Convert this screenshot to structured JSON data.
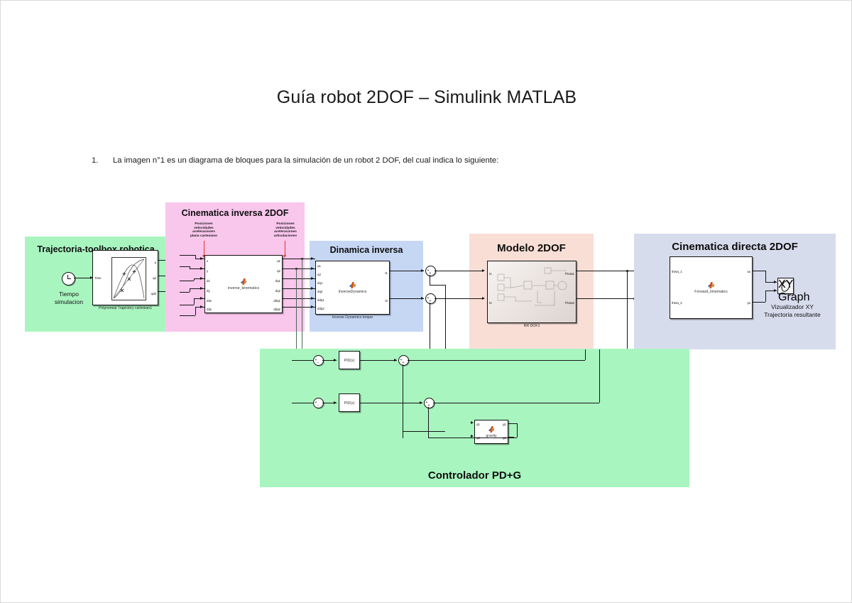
{
  "document": {
    "title": "Guía robot 2DOF – Simulink MATLAB",
    "list_number": "1.",
    "paragraph": "La imagen n°1 es un diagrama de bloques para la simulación de un robot 2 DOF, del cual indica lo siguiente:"
  },
  "diagram": {
    "regions": {
      "trajectory": {
        "title": "Trajectoria-toolbox robotica",
        "color": "#a9f5c0"
      },
      "inverse_kinematics": {
        "title": "Cinematica inversa 2DOF",
        "color": "#f9c6ec"
      },
      "inverse_dynamics": {
        "title": "Dinamica inversa",
        "color": "#c6d7f4"
      },
      "model": {
        "title": "Modelo 2DOF",
        "color": "#f9ded6"
      },
      "forward_kinematics": {
        "title": "Cinematica directa 2DOF",
        "color": "#d7dced"
      },
      "controller": {
        "title": "Controlador PD+G",
        "color": "#a9f5c0"
      }
    },
    "trajectory": {
      "clock_caption": "Tiempo\nsimulacion",
      "clock_caption_line1": "Tiempo",
      "clock_caption_line2": "simulacion",
      "block_name": "Polynomial Trajectory cartesian1",
      "inputs": [
        "Time"
      ],
      "outputs": [
        "q",
        "qd",
        "qdd"
      ]
    },
    "inverse_kinematics": {
      "annotation_left": "Posiciones\nvelocidades\naceleraciones\nplano cartesiano",
      "annotation_left_lines": [
        "Posiciones",
        "velocidades",
        "aceleraciones",
        "plano cartesiano"
      ],
      "annotation_right_lines": [
        "Posiciones",
        "velocidades",
        "aceleraciones",
        "articulaciones"
      ],
      "block_label": "inverse_kinematics",
      "inputs": [
        "x",
        "y",
        "dx",
        "dy",
        "ddx",
        "ddy"
      ],
      "outputs": [
        "q1",
        "q2",
        "dq1",
        "dq2",
        "ddq1",
        "ddq2"
      ]
    },
    "inverse_dynamics": {
      "block_label": "InverseDynamics",
      "block_name": "Inverse Dynamics torque",
      "inputs": [
        "q1",
        "q2",
        "dq1",
        "dq2",
        "ddq1",
        "ddq2"
      ],
      "outputs": [
        "t1",
        "t2"
      ]
    },
    "model": {
      "block_name": "RR DOF1",
      "inputs": [
        "t1",
        "t2"
      ],
      "outputs": [
        "Theta1",
        "Theta2"
      ]
    },
    "forward_kinematics": {
      "block_label": "Forward_kinematics",
      "inputs": [
        "theta_1",
        "theta_2"
      ],
      "outputs": [
        "xa",
        "ya"
      ]
    },
    "scope": {
      "block_name": "XY Graph",
      "caption_line1": "Vizualizador XY",
      "caption_line2": "Trajectoria resultante"
    },
    "controller": {
      "pid_label": "PID(s)",
      "gravity_label": "gravity",
      "gravity_inputs": [
        "q1",
        "q2"
      ],
      "gravity_outputs": [
        "g1",
        "g2"
      ],
      "sum_minus": "−",
      "sum_plus": "+"
    }
  }
}
